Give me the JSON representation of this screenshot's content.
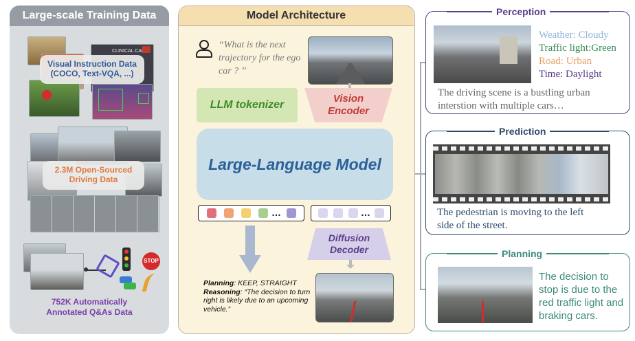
{
  "left": {
    "title": "Large-scale Training Data",
    "visual_instruction": [
      "Visual Instruction Data",
      "(COCO, Text-VQA, ...)"
    ],
    "clinical_care_text": "CLINICAL CARE",
    "open_sourced": [
      "2.3M Open-Sourced",
      "Driving Data"
    ],
    "qa_data": [
      "752K Automatically",
      "Annotated Q&As Data"
    ],
    "stop_text": "STOP"
  },
  "middle": {
    "title": "Model Architecture",
    "question": "“What is the next trajectory for the ego car ? ”",
    "tokenizer": "LLM tokenizer",
    "vision_encoder": [
      "Vision",
      "Encoder"
    ],
    "llm": "Large-Language Model",
    "diffusion_decoder": [
      "Diffusion",
      "Decoder"
    ],
    "planning_label": "Planning",
    "planning_value": ": KEEP, STRAIGHT",
    "reasoning_label": "Reasoning",
    "reasoning_value": ": “The decision to turn right is likely due to an upcoming vehicle.”",
    "dots": "…",
    "token_colors": [
      "#e1707c",
      "#f0a373",
      "#f4d073",
      "#a8cf8e",
      "#9f97cf"
    ],
    "token_light": "#dcd5ee"
  },
  "perception": {
    "title": "Perception",
    "weather": "Weather: Cloudy",
    "traffic": "Traffic light:Green",
    "road": "Road: Urban",
    "time": "Time: Daylight",
    "description": "The driving scene is a bustling urban interstion with multiple cars…",
    "weather_color": "#8fb4da",
    "traffic_color": "#3b8a5a",
    "road_color": "#e6a06a",
    "time_color": "#5a3d8a"
  },
  "prediction": {
    "title": "Prediction",
    "description": "The pedestrian is moving to the left side of the street."
  },
  "planning": {
    "title": "Planning",
    "description": "The decision to stop is due to the red traffic light and braking cars."
  }
}
